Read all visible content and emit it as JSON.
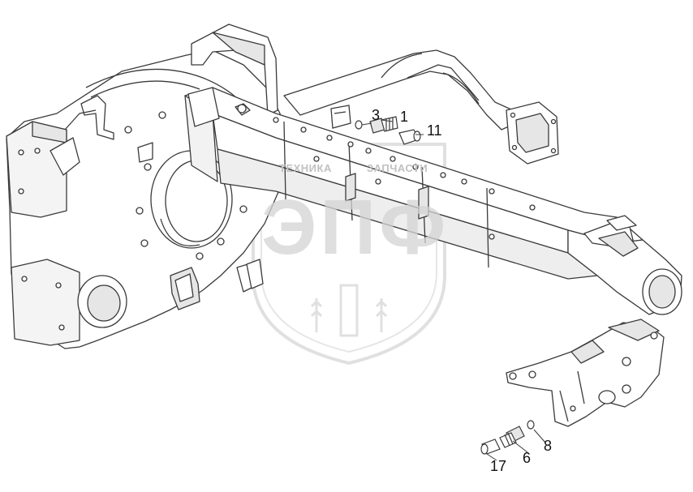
{
  "callouts": [
    {
      "id": "3",
      "text": "3"
    },
    {
      "id": "1",
      "text": "1"
    },
    {
      "id": "11",
      "text": "11"
    },
    {
      "id": "8",
      "text": "8"
    },
    {
      "id": "6",
      "text": "6"
    },
    {
      "id": "17",
      "text": "17"
    }
  ],
  "watermark": {
    "left_text": "ТЕХНИКА",
    "right_text": "ЗАПЧАСТИ",
    "big_text": "ЭПФ",
    "color": "#c8c8c8"
  },
  "colors": {
    "line": "#3a3a3a",
    "fill": "#ffffff",
    "shade": "#e6e6e6"
  }
}
